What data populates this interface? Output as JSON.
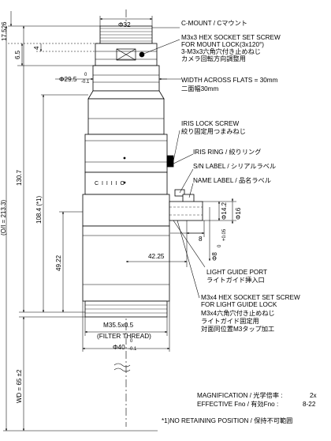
{
  "dims": {
    "d32": "Φ32",
    "d29_5": "Φ29.5",
    "d29_5_tol_top": "0",
    "d29_5_tol_bot": "-0.1",
    "v17_526": "17.526",
    "v6_5": "6.5",
    "v4": "4",
    "v130_7": "130.7",
    "v108_4": "108.4  (*1)",
    "v49_22": "49.22",
    "oi": "(O/I = 213.3)",
    "wd": "WD = 65 ±2",
    "h42_25": "42.25",
    "h8": "8",
    "d14_2": "Φ14.2",
    "d16": "Φ16",
    "d8": "Φ8",
    "d8_tol_top": "+0.05",
    "d8_tol_bot": "0",
    "m35_5": "M35.5x0.5",
    "filter_thread": "(FILTER THREAD)",
    "d40": "Φ40",
    "d40_tol_top": "0",
    "d40_tol_bot": "-0.1",
    "engraving": "C I I I I O"
  },
  "callouts": {
    "cmount": "C-MOUNT / Cマウント",
    "hex1_l1": "M3x3 HEX SOCKET SET SCREW",
    "hex1_l2": "FOR MOUNT LOCK(3x120°)",
    "hex1_l3": "3-M3x3六角穴付き止めねじ",
    "hex1_l4": "カメラ回転方向調整用",
    "flats_l1": "WIDTH ACROSS FLATS = 30mm",
    "flats_l2": "二面幅30mm",
    "iris_lock_l1": "IRIS LOCK SCREW",
    "iris_lock_l2": "絞り固定用つまみねじ",
    "iris_ring": "IRIS RING / 絞りリング",
    "sn_label": "S/N LABEL / シリアルラベル",
    "name_label": "NAME LABEL / 品名ラベル",
    "lg_port_l1": "LIGHT GUIDE PORT",
    "lg_port_l2": "ライトガイド挿入口",
    "hex2_l1": "M3x4 HEX SOCKET SET SCREW",
    "hex2_l2": "FOR LIGHT GUIDE LOCK",
    "hex2_l3": "M3x4六角穴付き止めねじ",
    "hex2_l4": "ライトガイド固定用",
    "hex2_l5": "対面同位置M3タップ加工"
  },
  "specs": {
    "mag_label": "MAGNIFICATION / 光学倍率 :",
    "mag_value": "2x",
    "fno_label": "EFFECTIVE Fno / 有効Fno :",
    "fno_value": "8-22",
    "footnote": "*1)NO RETAINING POSITION / 保持不可範囲"
  }
}
